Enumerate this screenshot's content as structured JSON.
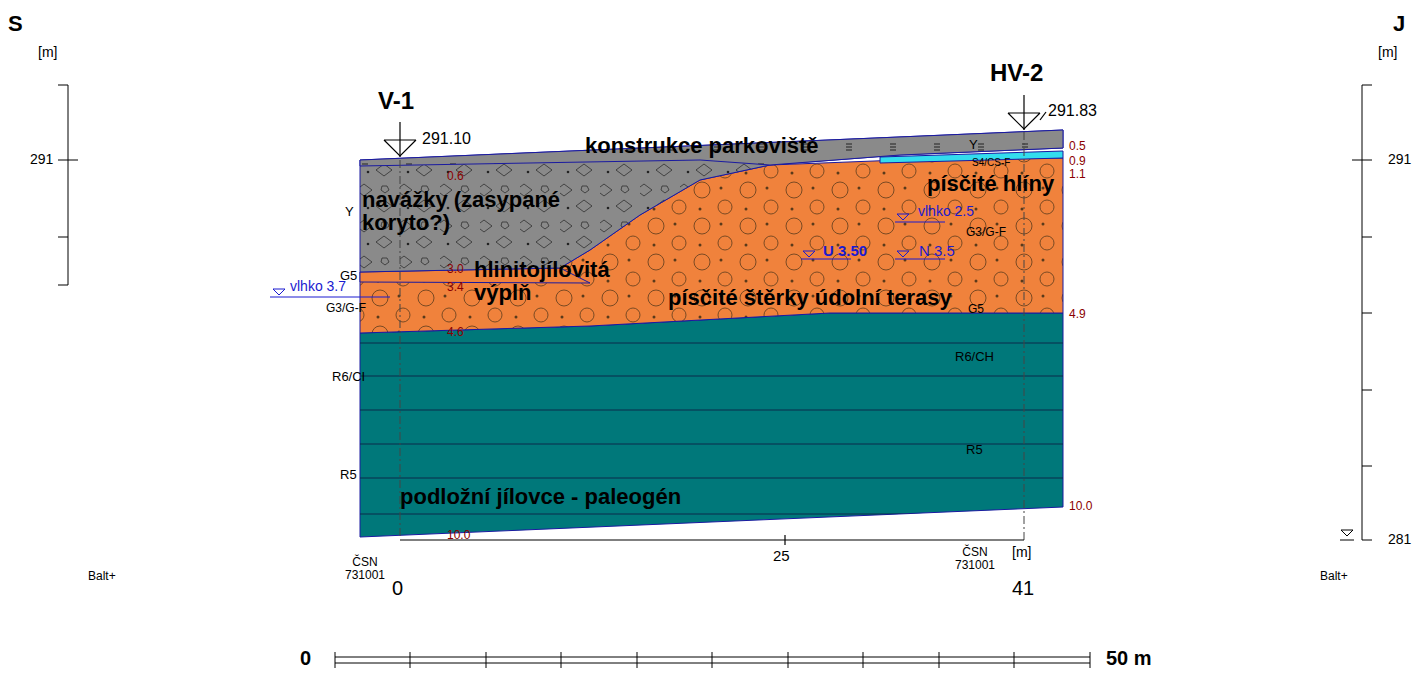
{
  "diagram": {
    "labels": [
      "S",
      "J",
      "[m]",
      "[m]",
      "291",
      "291",
      "281",
      "V-1",
      "HV-2",
      "291.10",
      "291.83",
      "0.5",
      "0.9",
      "1.1",
      "4.9",
      "10.0",
      "0.6",
      "3.0",
      "3.4",
      "4.6",
      "10.0",
      "Y",
      "G5",
      "G3/G-F",
      "R6/CI",
      "R5",
      "Y",
      "S4/CS-F",
      "G3/G-F",
      "G5",
      "R6/CH",
      "R5",
      "vlhko 3.7",
      "vlhko 2.5",
      "U 3.50",
      "N 3.5",
      "0",
      "25",
      "41",
      "[m]",
      "ČSN 731001",
      "ČSN 731001",
      "Balt+",
      "Balt+",
      "0",
      "50 m",
      "konstrukce parkoviště",
      "navážky (zasypané koryto?)",
      "hlinitojílovitá výplň",
      "písčité štěrky údolní terasy",
      "písčité hlíny",
      "podložní jílovce - paleogén"
    ]
  }
}
